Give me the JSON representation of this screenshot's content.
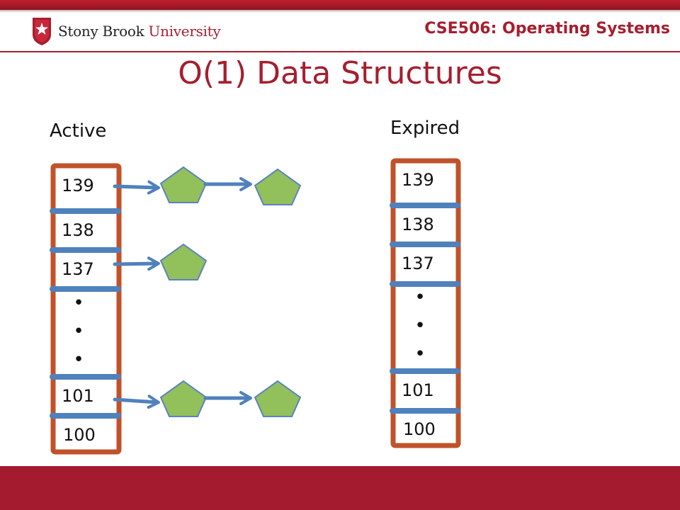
{
  "header": {
    "university_part1": "Stony Brook",
    "university_part2": "University",
    "course": "CSE506: Operating Systems"
  },
  "title": "O(1) Data Structures",
  "colors": {
    "brand": "#a61e2e",
    "array_border": "#c0522a",
    "separator": "#4f81bd",
    "node_fill": "#92c05a",
    "node_stroke": "#5a82c0",
    "arrow": "#4f81bd",
    "footer": "#a41a2f"
  },
  "icons": {
    "logo": "stony-brook-star-shield-icon"
  },
  "active": {
    "label": "Active",
    "slots": [
      "139",
      "138",
      "137",
      "101",
      "100"
    ],
    "dots": [
      "•",
      "•",
      "•"
    ],
    "queues": [
      {
        "slot": "139",
        "nodes": 2
      },
      {
        "slot": "137",
        "nodes": 1
      },
      {
        "slot": "101",
        "nodes": 2
      }
    ]
  },
  "expired": {
    "label": "Expired",
    "slots": [
      "139",
      "138",
      "137",
      "101",
      "100"
    ],
    "dots": [
      "•",
      "•",
      "•"
    ]
  }
}
